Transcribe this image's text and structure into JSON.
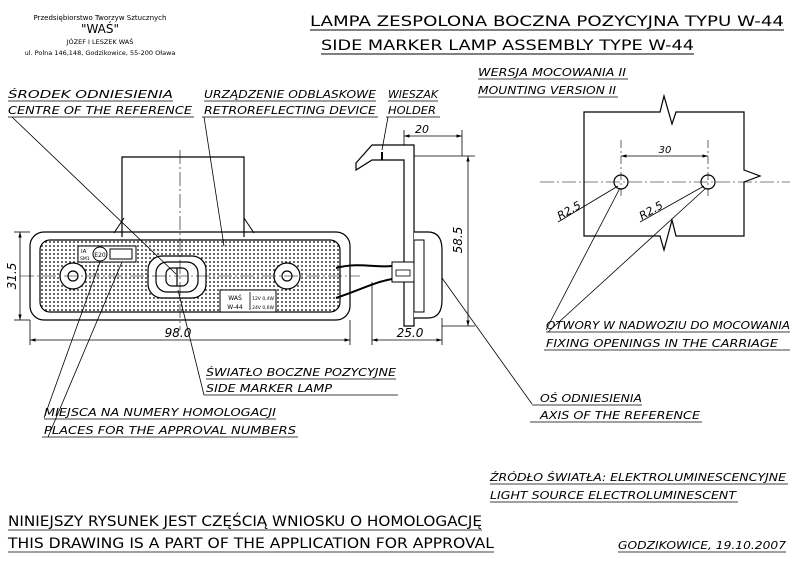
{
  "company": {
    "line1": "Przedsiębiorstwo Tworzyw Sztucznych",
    "name": "\"WAŚ\"",
    "owners": "JÓZEF I LESZEK WAŚ",
    "address": "ul. Polna 146,148, Godzikowice, 55-200 Oława"
  },
  "title": {
    "pl": "LAMPA ZESPOLONA BOCZNA POZYCYJNA TYPU W-44",
    "en": "SIDE MARKER LAMP ASSEMBLY TYPE W-44"
  },
  "labels": {
    "reference_centre_pl": "ŚRODEK ODNIESIENIA",
    "reference_centre_en": "CENTRE OF THE REFERENCE",
    "retro_pl": "URZĄDZENIE ODBLASKOWE",
    "retro_en": "RETROREFLECTING DEVICE",
    "holder_pl": "WIESZAK",
    "holder_en": "HOLDER",
    "mounting_pl": "WERSJA MOCOWANIA II",
    "mounting_en": "MOUNTING VERSION II",
    "side_marker_pl": "ŚWIATŁO BOCZNE POZYCYJNE",
    "side_marker_en": "SIDE MARKER LAMP",
    "approval_places_pl": "MIEJSCA NA NUMERY HOMOLOGACJI",
    "approval_places_en": "PLACES FOR THE APPROVAL NUMBERS",
    "fixing_pl": "OTWORY W NADWOZIU DO MOCOWANIA",
    "fixing_en": "FIXING OPENINGS IN THE CARRIAGE",
    "axis_pl": "OŚ ODNIESIENIA",
    "axis_en": "AXIS OF THE REFERENCE",
    "light_source_pl": "ŹRÓDŁO ŚWIATŁA: ELEKTROLUMINESCENCYJNE",
    "light_source_en": "LIGHT SOURCE ELECTROLUMINESCENT"
  },
  "dimensions": {
    "width": "98.0",
    "height": "31.5",
    "holder_width": "20",
    "depth": "25.0",
    "total_height": "58.5",
    "hole_spacing": "30",
    "radius_left": "R2.5",
    "radius_right": "R2.5"
  },
  "lamp_marks": {
    "ia": "IA",
    "sm1": "SM1",
    "e20": "E20",
    "brand": "WAŚ",
    "model": "W-44",
    "v12": "12V 0,4W",
    "v24": "24V 0,6W"
  },
  "footer": {
    "statement_pl": "NINIEJSZY RYSUNEK JEST CZĘŚCIĄ WNIOSKU O HOMOLOGACJĘ",
    "statement_en": "THIS DRAWING IS A PART OF THE APPLICATION FOR APPROVAL",
    "place_date": "GODZIKOWICE, 19.10.2007"
  }
}
